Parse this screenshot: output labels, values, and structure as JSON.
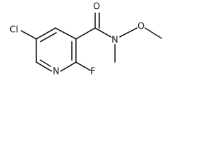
{
  "molecule": {
    "atoms": {
      "cl": "Cl",
      "f": "F",
      "n_ring": "N",
      "o_carbonyl": "O",
      "n_amide": "N",
      "o_methoxy": "O"
    }
  }
}
